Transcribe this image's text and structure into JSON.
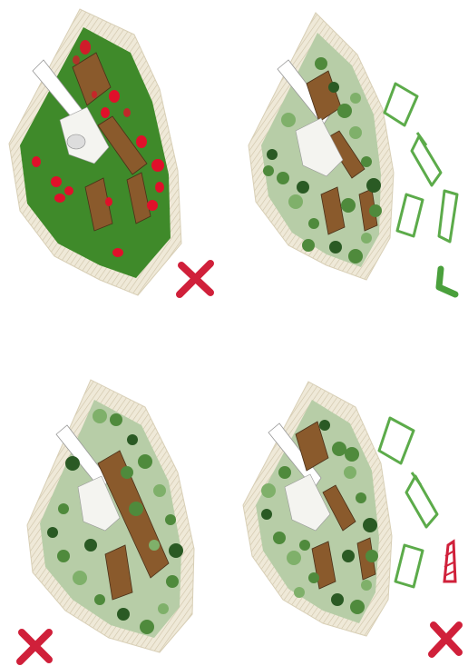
{
  "diagram": {
    "panels": [
      {
        "id": "top-left",
        "site_tone": "bright-green",
        "trees": false,
        "red_spots": true,
        "verdict": "rejected",
        "verdict_icon": "red-x-icon",
        "sketch": "none"
      },
      {
        "id": "top-right",
        "site_tone": "pale-green",
        "trees": true,
        "red_spots": false,
        "verdict": "accepted",
        "verdict_icon": "green-check-icon",
        "sketch": "green-outline-buildings"
      },
      {
        "id": "bottom-left",
        "site_tone": "pale-green",
        "trees": true,
        "red_spots": false,
        "verdict": "rejected",
        "verdict_icon": "red-x-icon",
        "sketch": "none"
      },
      {
        "id": "bottom-right",
        "site_tone": "pale-green",
        "trees": true,
        "red_spots": false,
        "verdict": "rejected",
        "verdict_icon": "red-x-icon",
        "sketch": "green-outline-buildings-with-red-roof"
      }
    ],
    "colors": {
      "reject": "#d0203a",
      "accept": "#4aa03c",
      "sketch_green": "#5cab4a",
      "lawn_bright": "#3f8a2a",
      "lawn_pale": "#b7cda7",
      "roof": "#8a5a2c",
      "tree_dark": "#2a5a24",
      "tree_mid": "#4f8a3c",
      "tree_light": "#7fb06a",
      "ground": "#e9e2cf",
      "pin_red": "#e0102a"
    }
  }
}
